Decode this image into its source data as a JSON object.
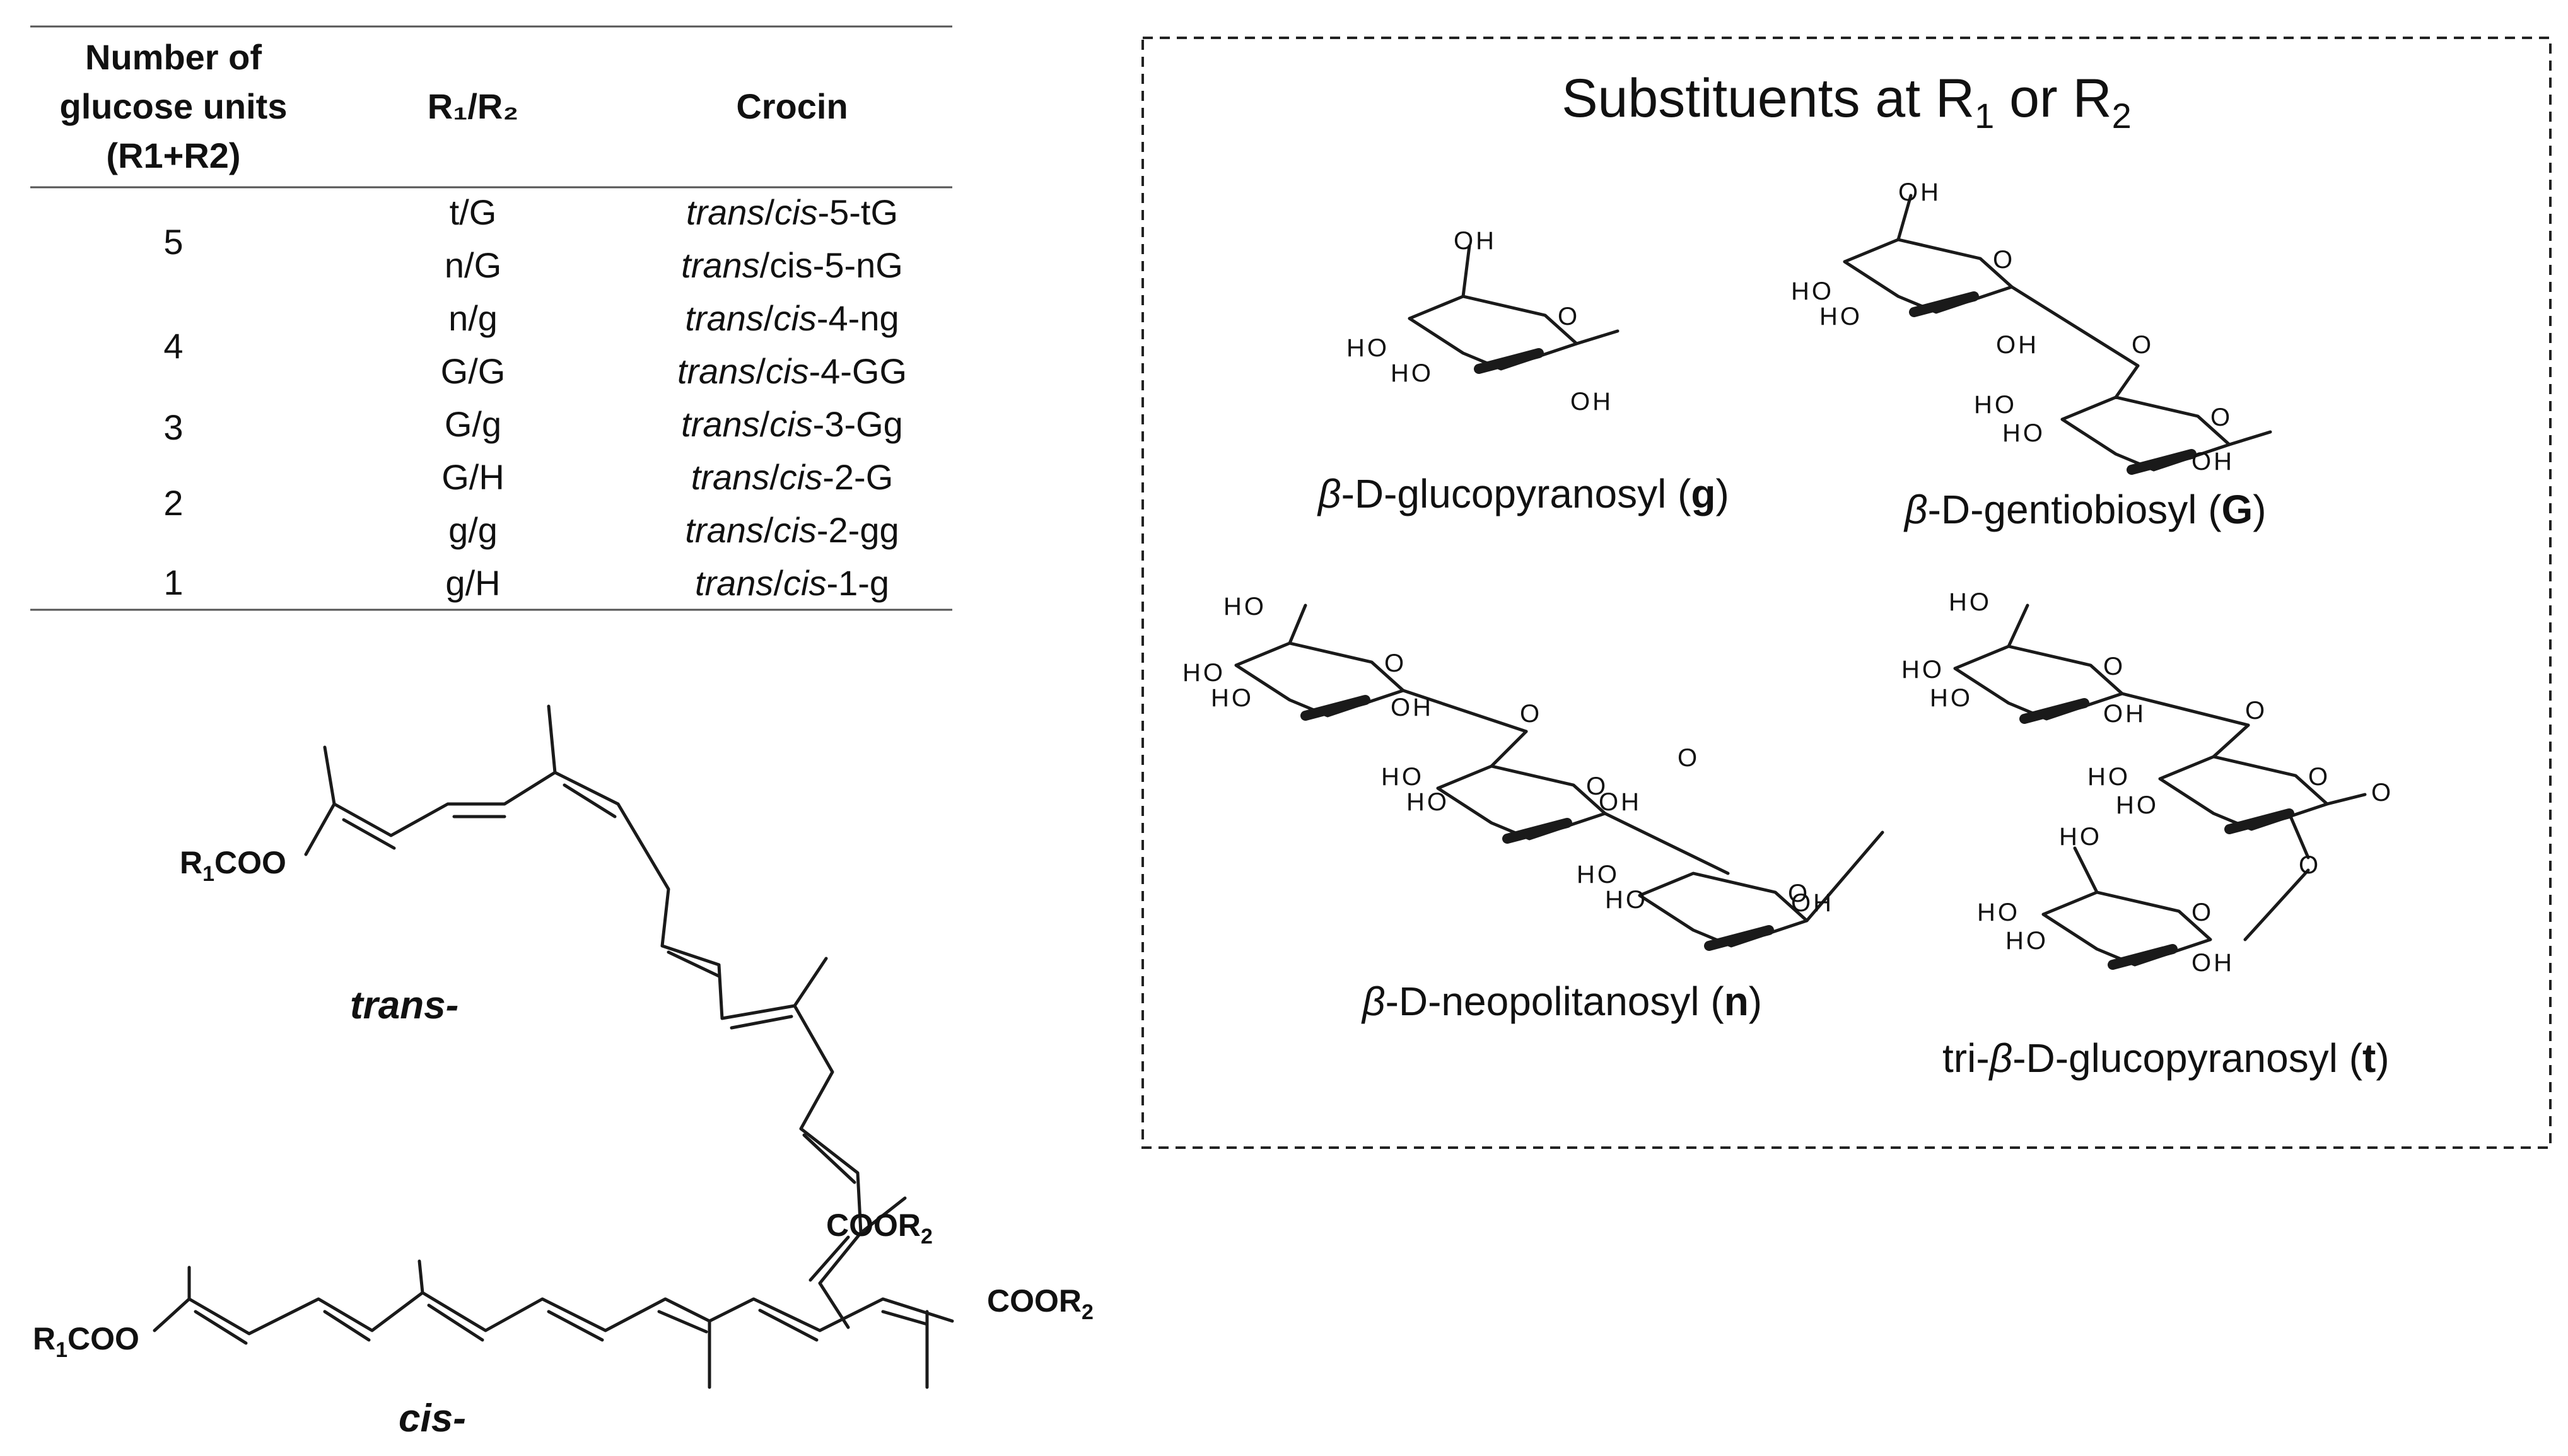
{
  "table": {
    "headers": {
      "units_line1": "Number of",
      "units_line2": "glucose units",
      "units_line3": "(R1+R2)",
      "r_label": "R₁/R₂",
      "crocin": "Crocin"
    },
    "groups": [
      {
        "units": "5",
        "rows": [
          {
            "r": "t/G",
            "c_trans": "trans",
            "c_sep": "/",
            "c_cis": "cis",
            "c_tail": "-5-tG"
          },
          {
            "r": "n/G",
            "c_trans": "trans",
            "c_sep": "/",
            "c_cis": "cis",
            "c_tail": "-5-nG"
          }
        ]
      },
      {
        "units": "4",
        "rows": [
          {
            "r": "n/g",
            "c_trans": "trans",
            "c_sep": "/",
            "c_cis": "cis",
            "c_tail": "-4-ng"
          },
          {
            "r": "G/G",
            "c_trans": "trans",
            "c_sep": "/",
            "c_cis": "cis",
            "c_tail": "-4-GG"
          }
        ]
      },
      {
        "units": "3",
        "rows": [
          {
            "r": "G/g",
            "c_trans": "trans",
            "c_sep": "/",
            "c_cis": "cis",
            "c_tail": "-3-Gg"
          }
        ]
      },
      {
        "units": "2",
        "rows": [
          {
            "r": "G/H",
            "c_trans": "trans",
            "c_sep": "/",
            "c_cis": "cis",
            "c_tail": "-2-G"
          },
          {
            "r": "g/g",
            "c_trans": "trans",
            "c_sep": "/",
            "c_cis": "cis",
            "c_tail": "-2-gg"
          }
        ]
      },
      {
        "units": "1",
        "rows": [
          {
            "r": "g/H",
            "c_trans": "trans",
            "c_sep": "/",
            "c_cis": "cis",
            "c_tail": "-1-g"
          }
        ]
      }
    ]
  },
  "structures": {
    "trans_label": "trans-",
    "cis_label": "cis-",
    "r1_ester": "R1COO",
    "r2_ester": "COOR2"
  },
  "substituents_panel": {
    "title_main": "Substituents at R",
    "title_sub1": "1",
    "title_or": " or R",
    "title_sub2": "2",
    "sugars": [
      {
        "beta": "β",
        "name": "-D-glucopyranosyl",
        "code": "g"
      },
      {
        "beta": "β",
        "name": "-D-gentiobiosyl",
        "code": "G"
      },
      {
        "beta": "β",
        "name": "-D-neopolitanosyl",
        "code": "n"
      },
      {
        "prefix": "tri-",
        "beta": "β",
        "name": "-D-glucopyranosyl",
        "code": "t"
      }
    ],
    "atoms": {
      "oh": "OH",
      "ho": "HO",
      "o": "O"
    }
  }
}
